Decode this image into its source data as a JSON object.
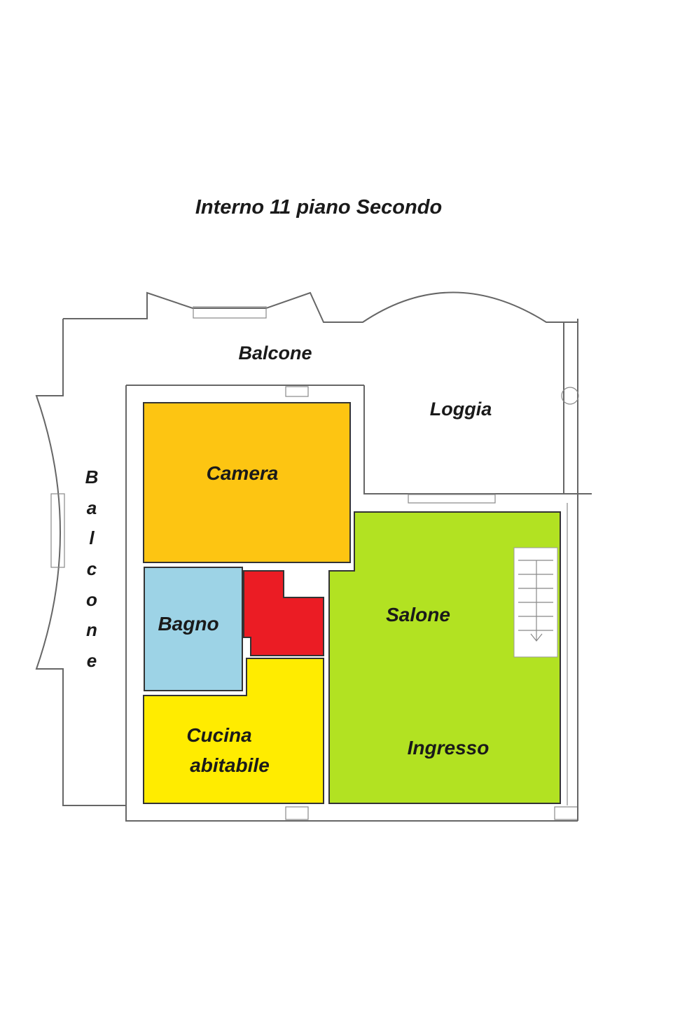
{
  "title": "Interno 11 piano Secondo",
  "labels": {
    "balcone_top": "Balcone",
    "loggia": "Loggia",
    "camera": "Camera",
    "bagno": "Bagno",
    "salone": "Salone",
    "ingresso": "Ingresso",
    "cucina_line1": "Cucina",
    "cucina_line2": "abitabile",
    "balcone_left_letters": [
      "B",
      "a",
      "l",
      "c",
      "o",
      "n",
      "e"
    ]
  },
  "colors": {
    "camera": "#FDC512",
    "bagno": "#9DD3E6",
    "red_room": "#EB1C24",
    "cucina": "#FFEC00",
    "salone": "#B2E222"
  }
}
